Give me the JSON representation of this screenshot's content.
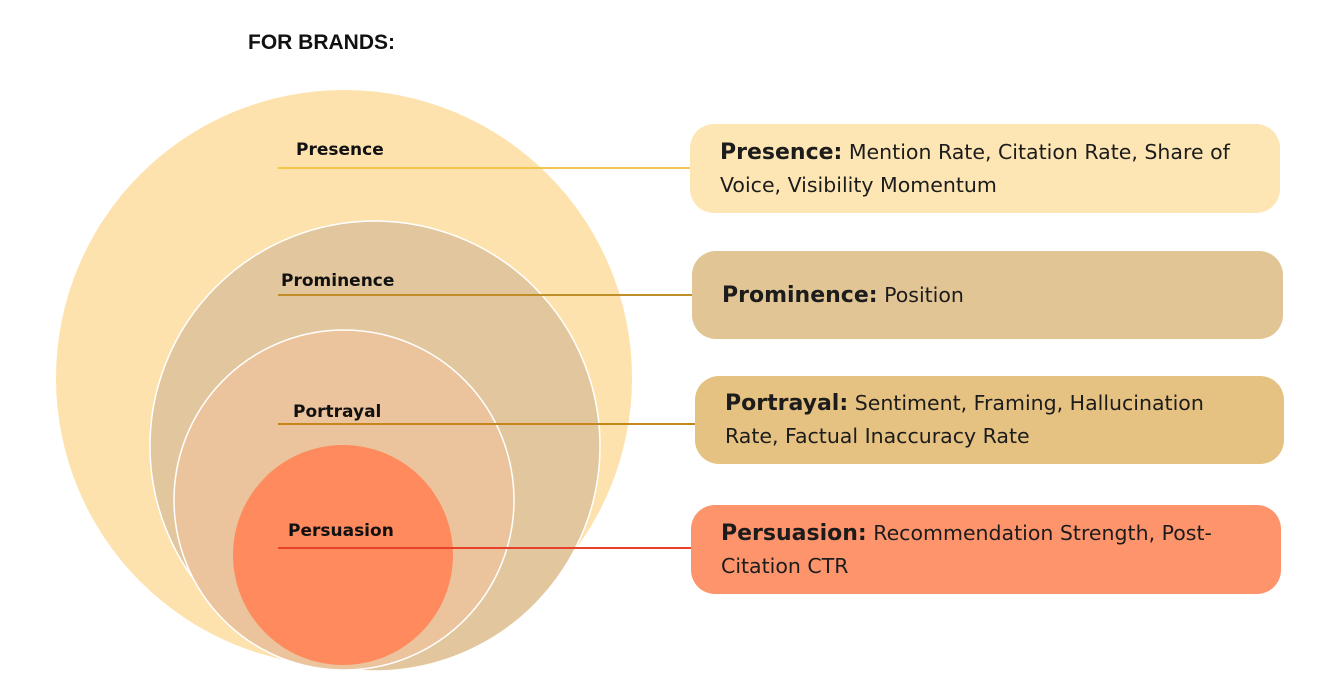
{
  "heading": "FOR BRANDS:",
  "colors": {
    "presence_circle": "#fde2ad",
    "prominence_circle": "#e2c69d",
    "portrayal_circle": "#ebc49d",
    "persuasion_circle": "#fe8a5d",
    "presence_line": "#f2c64d",
    "prominence_line": "#c08f2a",
    "portrayal_line": "#c5861c",
    "persuasion_line": "#e8402a",
    "presence_box": "#fde6b3",
    "prominence_box": "#e1c594",
    "portrayal_box": "#e5c281",
    "persuasion_box": "#fe946c"
  },
  "layers": [
    {
      "key": "presence",
      "circle_label": "Presence",
      "box_title": "Presence:",
      "box_metrics": "Mention Rate, Citation Rate, Share of Voice, Visibility Momentum"
    },
    {
      "key": "prominence",
      "circle_label": "Prominence",
      "box_title": "Prominence:",
      "box_metrics": "Position"
    },
    {
      "key": "portrayal",
      "circle_label": "Portrayal",
      "box_title": "Portrayal:",
      "box_metrics": "Sentiment, Framing, Hallucination Rate, Factual Inaccuracy Rate"
    },
    {
      "key": "persuasion",
      "circle_label": "Persuasion",
      "box_title": "Persuasion:",
      "box_metrics": "Recommendation Strength, Post-Citation CTR"
    }
  ]
}
